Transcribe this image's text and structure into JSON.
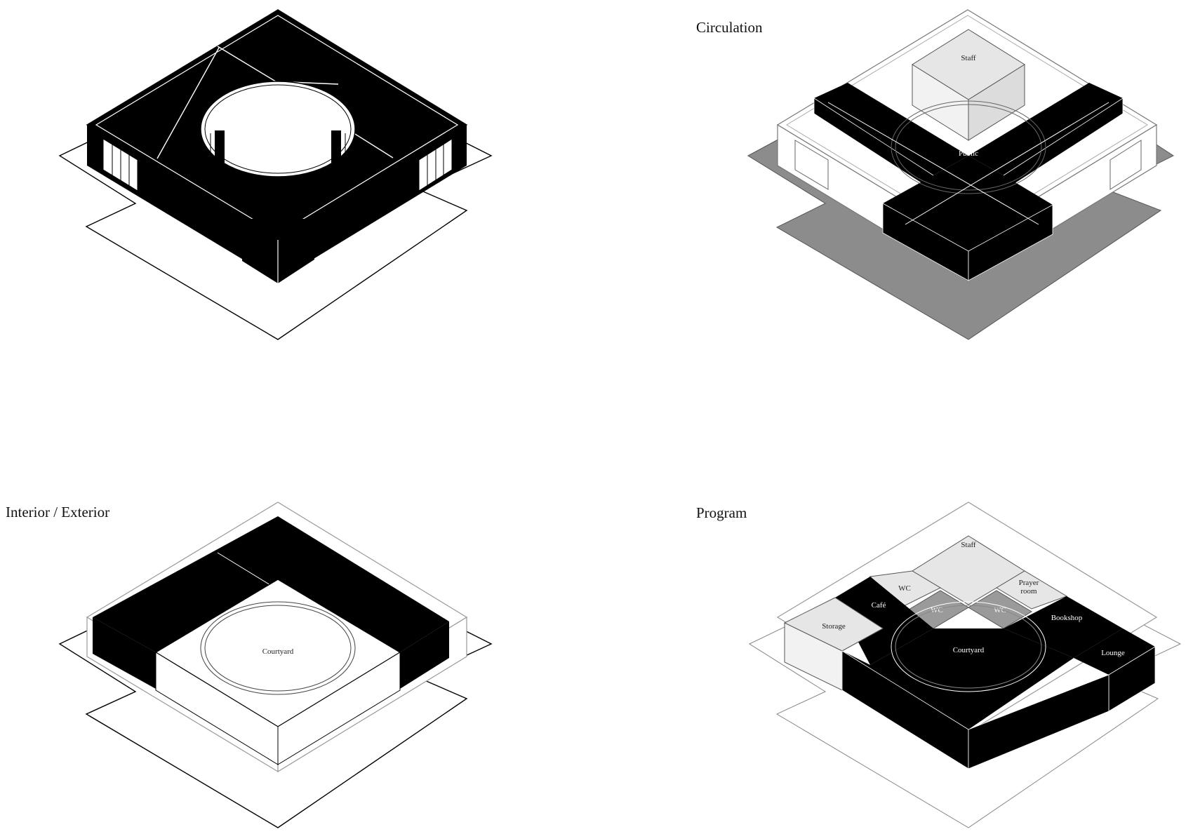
{
  "panels": {
    "massing": {
      "title": ""
    },
    "circulation": {
      "title": "Circulation",
      "labels": {
        "staff": "Staff",
        "public": "Public"
      }
    },
    "interior_exterior": {
      "title": "Interior / Exterior",
      "labels": {
        "courtyard": "Courtyard"
      }
    },
    "program": {
      "title": "Program",
      "labels": {
        "staff": "Staff",
        "wc_1": "WC",
        "wc_2": "WC",
        "wc_3": "WC",
        "prayer_line1": "Prayer",
        "prayer_line2": "room",
        "cafe": "Café",
        "bookshop": "Bookshop",
        "storage": "Storage",
        "lounge": "Lounge",
        "courtyard": "Courtyard"
      }
    }
  },
  "colors": {
    "ink": "#000000",
    "paper": "#ffffff",
    "site_grey": "#8c8c8c",
    "light_grey": "#e6e6e6",
    "mid_grey": "#9a9a9a"
  }
}
